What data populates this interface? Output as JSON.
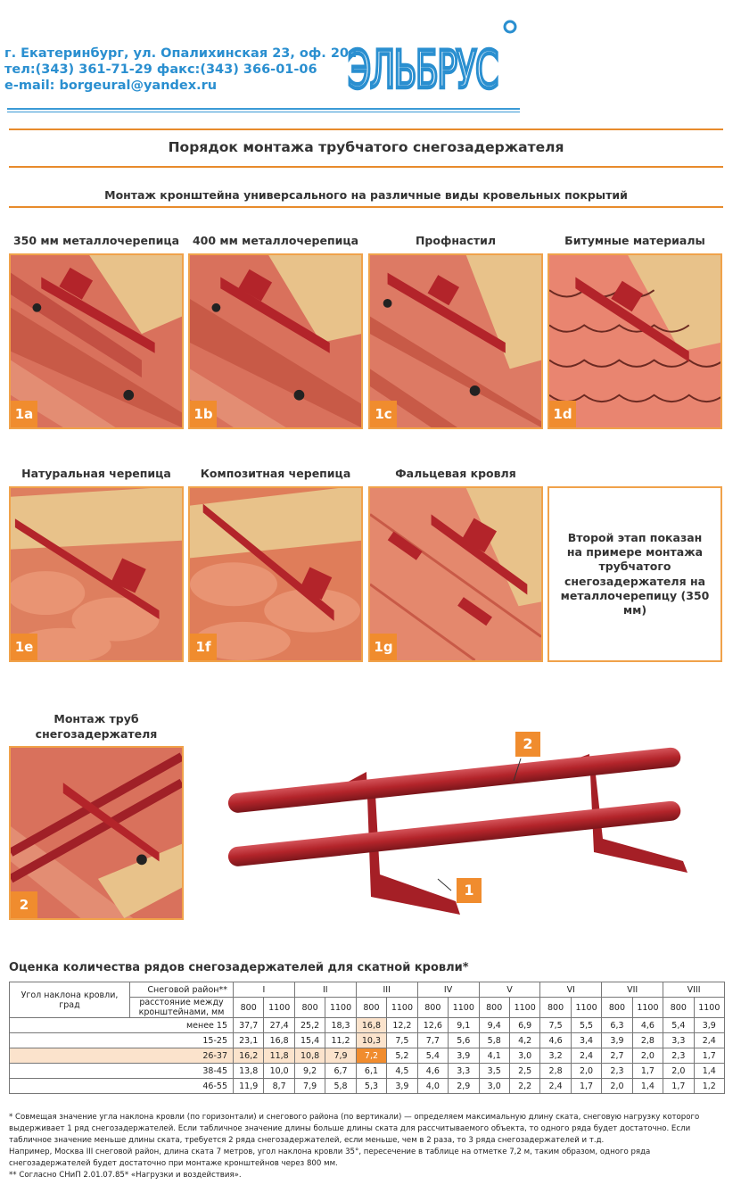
{
  "header": {
    "address": "г. Екатеринбург, ул. Опалихинская 23, оф. 204",
    "phone": "тел:(343) 361-71-29 факс:(343) 366-01-06",
    "email": "e-mail: borgeural@yandex.ru",
    "brand": "ЭЛЬБРУС"
  },
  "title": "Порядок монтажа трубчатого снегозадержателя",
  "subtitle": "Монтаж кронштейна универсального на различные виды кровельных покрытий",
  "row1": [
    {
      "caption": "350 мм металлочерепица",
      "tag": "1a"
    },
    {
      "caption": "400 мм металлочерепица",
      "tag": "1b"
    },
    {
      "caption": "Профнастил",
      "tag": "1c"
    },
    {
      "caption": "Битумные материалы",
      "tag": "1d"
    }
  ],
  "row2": [
    {
      "caption": "Натуральная черепица",
      "tag": "1e"
    },
    {
      "caption": "Композитная черепица",
      "tag": "1f"
    },
    {
      "caption": "Фальцевая кровля",
      "tag": "1g"
    }
  ],
  "second_stage_note": "Второй этап показан на примере монтажа трубчатого снегозадержателя на металлочерепицу (350 мм)",
  "pipes": {
    "caption": "Монтаж труб снегозадержателя",
    "tag": "2",
    "callout_pipe": "2",
    "callout_bracket": "1"
  },
  "table": {
    "title": "Оценка количества рядов снегозадержателей для скатной кровли*",
    "slope_header": "Угол наклона кровли, град",
    "region_header": "Снеговой район**",
    "distance_header": "расстояние между кронштейнами, мм",
    "regions": [
      "I",
      "II",
      "III",
      "IV",
      "V",
      "VI",
      "VII",
      "VIII"
    ],
    "distances": [
      "800",
      "1100",
      "800",
      "1100",
      "800",
      "1100",
      "800",
      "1100",
      "800",
      "1100",
      "800",
      "1100",
      "800",
      "1100",
      "800",
      "1100"
    ],
    "rows": [
      {
        "angle": "менее 15",
        "values": [
          "37,7",
          "27,4",
          "25,2",
          "18,3",
          "16,8",
          "12,2",
          "12,6",
          "9,1",
          "9,4",
          "6,9",
          "7,5",
          "5,5",
          "6,3",
          "4,6",
          "5,4",
          "3,9"
        ]
      },
      {
        "angle": "15-25",
        "values": [
          "23,1",
          "16,8",
          "15,4",
          "11,2",
          "10,3",
          "7,5",
          "7,7",
          "5,6",
          "5,8",
          "4,2",
          "4,6",
          "3,4",
          "3,9",
          "2,8",
          "3,3",
          "2,4"
        ]
      },
      {
        "angle": "26-37",
        "values": [
          "16,2",
          "11,8",
          "10,8",
          "7,9",
          "7,2",
          "5,2",
          "5,4",
          "3,9",
          "4,1",
          "3,0",
          "3,2",
          "2,4",
          "2,7",
          "2,0",
          "2,3",
          "1,7"
        ]
      },
      {
        "angle": "38-45",
        "values": [
          "13,8",
          "10,0",
          "9,2",
          "6,7",
          "6,1",
          "4,5",
          "4,6",
          "3,3",
          "3,5",
          "2,5",
          "2,8",
          "2,0",
          "2,3",
          "1,7",
          "2,0",
          "1,4"
        ]
      },
      {
        "angle": "46-55",
        "values": [
          "11,9",
          "8,7",
          "7,9",
          "5,8",
          "5,3",
          "3,9",
          "4,0",
          "2,9",
          "3,0",
          "2,2",
          "2,4",
          "1,7",
          "2,0",
          "1,4",
          "1,7",
          "1,2"
        ]
      }
    ]
  },
  "notes": [
    "* Совмещая значение угла наклона кровли (по горизонтали) и снегового района (по вертикали) — определяем максимальную длину ската, снеговую нагрузку которого выдерживает 1 ряд снегозадержателей. Если табличное значение длины больше длины ската для рассчитываемого объекта, то одного ряда будет достаточно. Если табличное значение меньше длины ската, требуется 2 ряда снегозадержателей, если меньше, чем в 2 раза, то 3 ряда снегозадержателей и т.д.",
    "Например, Москва III снеговой район, длина ската 7 метров, угол наклона кровли 35°, пересечение в таблице на отметке 7,2 м, таким образом, одного ряда снегозадержателей будет достаточно при монтаже кронштейнов через 800 мм.",
    "** Согласно СНиП 2.01.07.85* «Нагрузки и воздействия»."
  ],
  "colors": {
    "accent_orange": "#f08c2e",
    "brand_blue": "#2a8fd0",
    "bracket_red": "#b3242a"
  }
}
